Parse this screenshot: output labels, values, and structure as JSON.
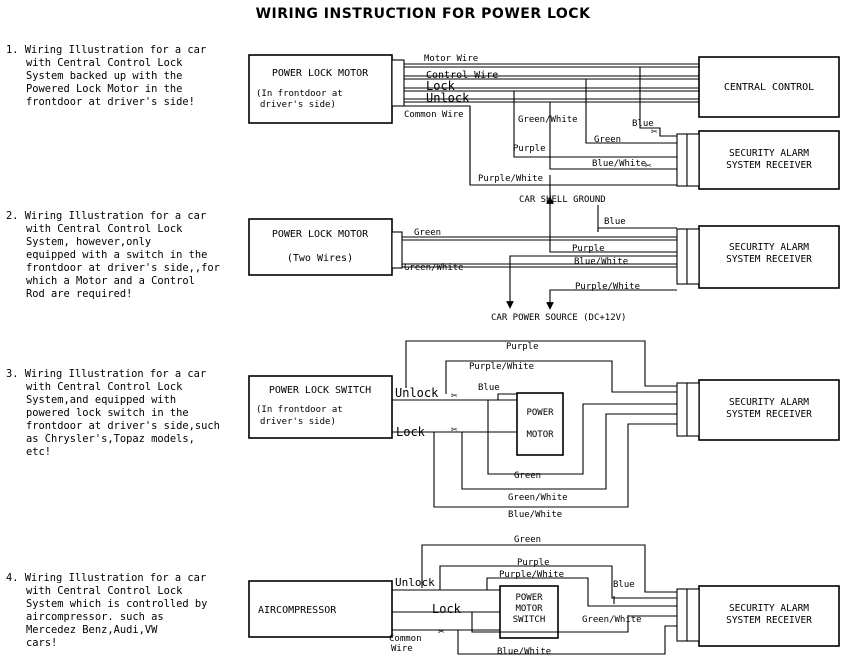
{
  "title": "WIRING INSTRUCTION FOR POWER LOCK",
  "sections": [
    {
      "number": "1.",
      "lines": [
        "Wiring Illustration for a car",
        "with Central Control Lock",
        "System backed up with the",
        "Powered Lock Motor in the",
        "frontdoor at driver's side!"
      ],
      "left_box": {
        "title": "POWER LOCK MOTOR",
        "note": [
          "(In frontdoor at",
          "driver's side)"
        ]
      },
      "right_box_top": "CENTRAL CONTROL",
      "receiver": [
        "SECURITY ALARM",
        "SYSTEM RECEIVER"
      ],
      "labels": {
        "motor_wire": "Motor Wire",
        "control_wire": "Control Wire",
        "lock": "Lock",
        "unlock": "Unlock",
        "common_wire": "Common Wire",
        "green_white": "Green/White",
        "blue": "Blue",
        "green": "Green",
        "purple": "Purple",
        "blue_white": "Blue/White",
        "purple_white": "Purple/White",
        "ground": "CAR SHELL GROUND"
      }
    },
    {
      "number": "2.",
      "lines": [
        "Wiring Illustration for a car",
        "with Central Control Lock",
        "System, however,only",
        "equipped with a switch in the",
        "frontdoor at driver's side,,for",
        "which a Motor and a Control",
        "Rod are required!"
      ],
      "left_box": {
        "title": "POWER LOCK MOTOR",
        "note": [
          "(Two Wires)"
        ]
      },
      "receiver": [
        "SECURITY ALARM",
        "SYSTEM RECEIVER"
      ],
      "labels": {
        "blue": "Blue",
        "green": "Green",
        "purple": "Purple",
        "blue_white": "Blue/White",
        "green_white": "Green/White",
        "purple_white": "Purple/White",
        "power": "CAR POWER SOURCE (DC+12V)"
      }
    },
    {
      "number": "3.",
      "lines": [
        "Wiring Illustration for a car",
        "with Central Control Lock",
        "System,and equipped with",
        "powered lock switch in the",
        "frontdoor at driver's side,such",
        "as Chrysler's,Topaz models,",
        "etc!"
      ],
      "left_box": {
        "title": "POWER LOCK SWITCH",
        "note": [
          "(In frontdoor at",
          "driver's side)"
        ]
      },
      "motor_box": [
        "POWER",
        "MOTOR"
      ],
      "receiver": [
        "SECURITY ALARM",
        "SYSTEM RECEIVER"
      ],
      "labels": {
        "purple": "Purple",
        "purple_white": "Purple/White",
        "unlock": "Unlock",
        "blue": "Blue",
        "lock": "Lock",
        "green": "Green",
        "green_white": "Green/White",
        "blue_white": "Blue/White"
      }
    },
    {
      "number": "4.",
      "lines": [
        "Wiring Illustration for a car",
        "with Central Control Lock",
        "System which is controlled by",
        "aircompressor. such as",
        "Mercedez Benz,Audi,VW",
        "cars!"
      ],
      "left_box": {
        "title": "AIRCOMPRESSOR",
        "note": []
      },
      "motor_box": [
        "POWER",
        "MOTOR",
        "SWITCH"
      ],
      "receiver": [
        "SECURITY ALARM",
        "SYSTEM RECEIVER"
      ],
      "labels": {
        "green": "Green",
        "purple": "Purple",
        "purple_white": "Purple/White",
        "unlock": "Unlock",
        "blue": "Blue",
        "lock": "Lock",
        "green_white": "Green/White",
        "common_wire": [
          "Common",
          "Wire"
        ],
        "blue_white": "Blue/White"
      }
    }
  ]
}
